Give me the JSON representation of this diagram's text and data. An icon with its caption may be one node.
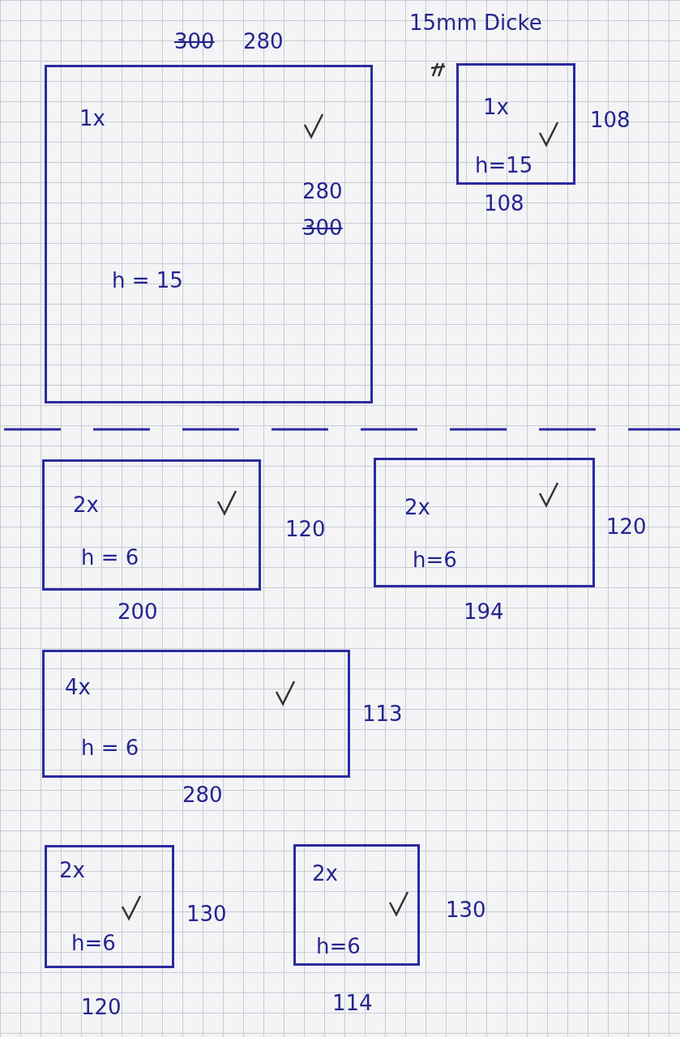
{
  "diagram": {
    "nodes": [
      {
        "text": [
          "1x",
          "280",
          "300",
          "h = 15"
        ],
        "beside": [
          "300",
          "280"
        ]
      },
      {
        "text": [
          "1x",
          "h=15"
        ],
        "beside": [
          "108",
          "108"
        ]
      },
      {
        "text": [
          "2x",
          "h = 6"
        ],
        "beside": [
          "120",
          "200"
        ]
      },
      {
        "text": [
          "2x",
          "h=6"
        ],
        "beside": [
          "120",
          "194"
        ]
      },
      {
        "text": [
          "4x",
          "h = 6"
        ],
        "beside": [
          "113",
          "280"
        ]
      },
      {
        "text": [
          "2x",
          "h=6"
        ],
        "beside": [
          "130",
          "120"
        ]
      },
      {
        "text": [
          "2x",
          "h=6"
        ],
        "beside": [
          "130",
          "114"
        ]
      }
    ],
    "labels": [
      "15mm Dicke"
    ]
  }
}
